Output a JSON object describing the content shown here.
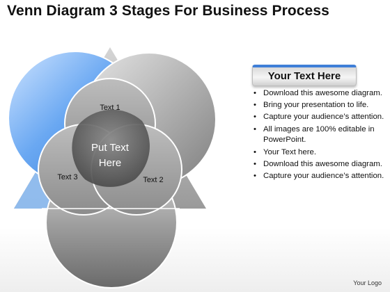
{
  "title": "Venn Diagram 3 Stages For Business Process",
  "diagram": {
    "center_line1": "Put Text",
    "center_line2": "Here",
    "label_top": "Text 1",
    "label_right": "Text 2",
    "label_left": "Text 3",
    "accent_color": "#4a90e8"
  },
  "panel": {
    "header": "Your Text Here",
    "bullets": [
      "Download this awesome diagram.",
      "Bring your presentation to life.",
      "Capture your audience’s attention.",
      "All images are 100% editable in PowerPoint.",
      "Your Text here.",
      "Download this awesome diagram.",
      "Capture your audience’s attention."
    ]
  },
  "footer": {
    "logo_text": "Your Logo"
  }
}
